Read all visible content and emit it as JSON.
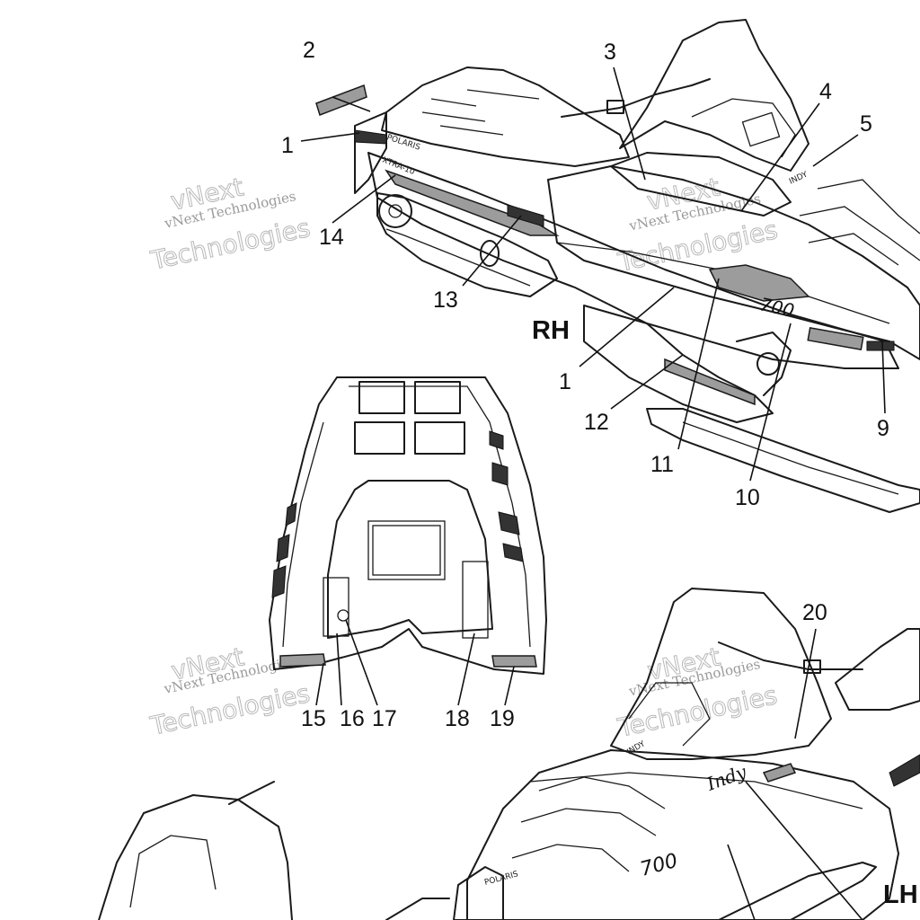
{
  "callouts": [
    "1",
    "2",
    "3",
    "4",
    "5",
    "1",
    "9",
    "10",
    "11",
    "12",
    "13",
    "14",
    "15",
    "16",
    "17",
    "18",
    "19",
    "20"
  ],
  "side_labels": {
    "right": "RH",
    "left": "LH"
  },
  "watermark": {
    "line1": "vNext Technologies",
    "line2": "Technologies",
    "line3": "vNext"
  },
  "decals": {
    "brand": "POLARIS",
    "model": "XTRA-10",
    "indy": "INDY",
    "size": "700",
    "lady": "Indy"
  }
}
